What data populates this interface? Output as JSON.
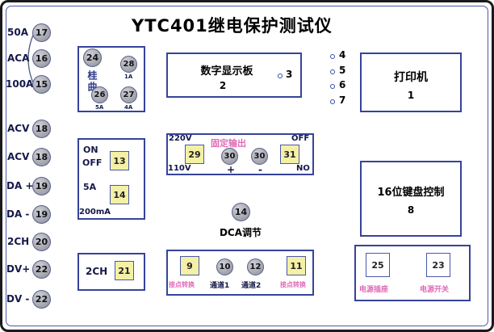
{
  "title": "YTC401继电保护测试仪",
  "terminals": {
    "items": [
      {
        "label": "50A",
        "num": "17"
      },
      {
        "label": "ACA",
        "num": "16"
      },
      {
        "label": "100A",
        "num": "15"
      },
      {
        "label": "ACV",
        "num": "18"
      },
      {
        "label": "ACV",
        "num": "18"
      },
      {
        "label": "DA +",
        "num": "19"
      },
      {
        "label": "DA -",
        "num": "19"
      },
      {
        "label": "2CH",
        "num": "20"
      },
      {
        "label": "DV+",
        "num": "22"
      },
      {
        "label": "DV -",
        "num": "22"
      }
    ]
  },
  "selector": {
    "label": "桂曲",
    "knob_main": "24",
    "knob_a": {
      "num": "28",
      "sub": "1A"
    },
    "knob_b": {
      "num": "26",
      "sub": "5A"
    },
    "knob_c": {
      "num": "27",
      "sub": "4A"
    }
  },
  "display": {
    "name": "数字显示板",
    "num": "2",
    "indicator": "3"
  },
  "indicators": [
    "4",
    "5",
    "6",
    "7"
  ],
  "printer": {
    "name": "打印机",
    "num": "1"
  },
  "current": {
    "on": "ON",
    "off": "OFF",
    "btn_top": "13",
    "mid": "5A",
    "btn_bottom": "14",
    "bottom": "200mA"
  },
  "output": {
    "title": "固定输出",
    "v220": "220V",
    "v110": "110V",
    "off": "OFF",
    "no": "NO",
    "btn_left": "29",
    "term_left": "30",
    "term_right": "30",
    "btn_right": "31",
    "plus": "+",
    "minus": "-"
  },
  "dca": {
    "num": "14",
    "label": "DCA调节"
  },
  "ch2": {
    "label": "2CH",
    "btn": "21"
  },
  "channels": {
    "btn_left": "9",
    "ch1_num": "10",
    "ch2_num": "12",
    "btn_right": "11",
    "lbl_left": "接点转换",
    "lbl_ch1": "通道1",
    "lbl_ch2": "通道2",
    "lbl_right": "接点转换"
  },
  "keyboard": {
    "name": "16位键盘控制",
    "num": "8"
  },
  "power": {
    "socket_num": "25",
    "socket_label": "电源插座",
    "switch_num": "23",
    "switch_label": "电源开关"
  },
  "colors": {
    "accent_blue": "#36439b",
    "pink": "#e06ab5",
    "yellow": "#f4f0a6"
  }
}
